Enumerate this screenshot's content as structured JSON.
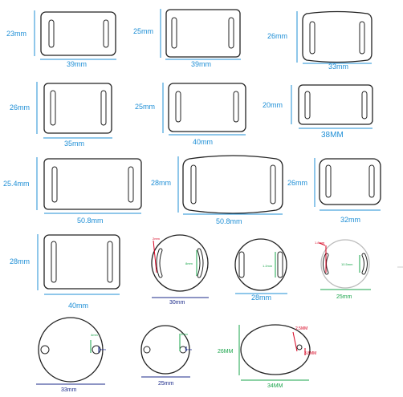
{
  "tags": [
    {
      "width_label": "39mm",
      "height_label": "23mm"
    },
    {
      "width_label": "39mm",
      "height_label": "25mm"
    },
    {
      "width_label": "33mm",
      "height_label": "26mm"
    },
    {
      "width_label": "35mm",
      "height_label": "26mm"
    },
    {
      "width_label": "40mm",
      "height_label": "25mm"
    },
    {
      "width_label": "38MM",
      "height_label": "20mm"
    },
    {
      "width_label": "50.8mm",
      "height_label": "25.4mm"
    },
    {
      "width_label": "50.8mm",
      "height_label": "28mm"
    },
    {
      "width_label": "32mm",
      "height_label": "26mm"
    },
    {
      "width_label": "40mm",
      "height_label": "28mm"
    },
    {
      "width_label": "30mm",
      "inner_label": "8mm",
      "slot_label": "2mm"
    },
    {
      "width_label": "28mm",
      "inner_label": "1.2mm"
    },
    {
      "width_label": "25mm",
      "inner_label": "10.5mm",
      "slot_label": "1.8mm"
    },
    {
      "width_label": "33mm",
      "hole_label": "4mm",
      "hole_label_2": "3mm"
    },
    {
      "width_label": "25mm",
      "hole_label": "3mm",
      "hole_label_2": "3mm"
    },
    {
      "width_label": "34MM",
      "height_label": "26MM",
      "hole_label": "2.5MM",
      "hole_label_2": "3.8MM"
    }
  ],
  "colors": {
    "dimension": "#1f8fd6",
    "red": "#d7001f",
    "green": "#1aa54b",
    "navy": "#1b2a8a",
    "outline": "#222222"
  }
}
